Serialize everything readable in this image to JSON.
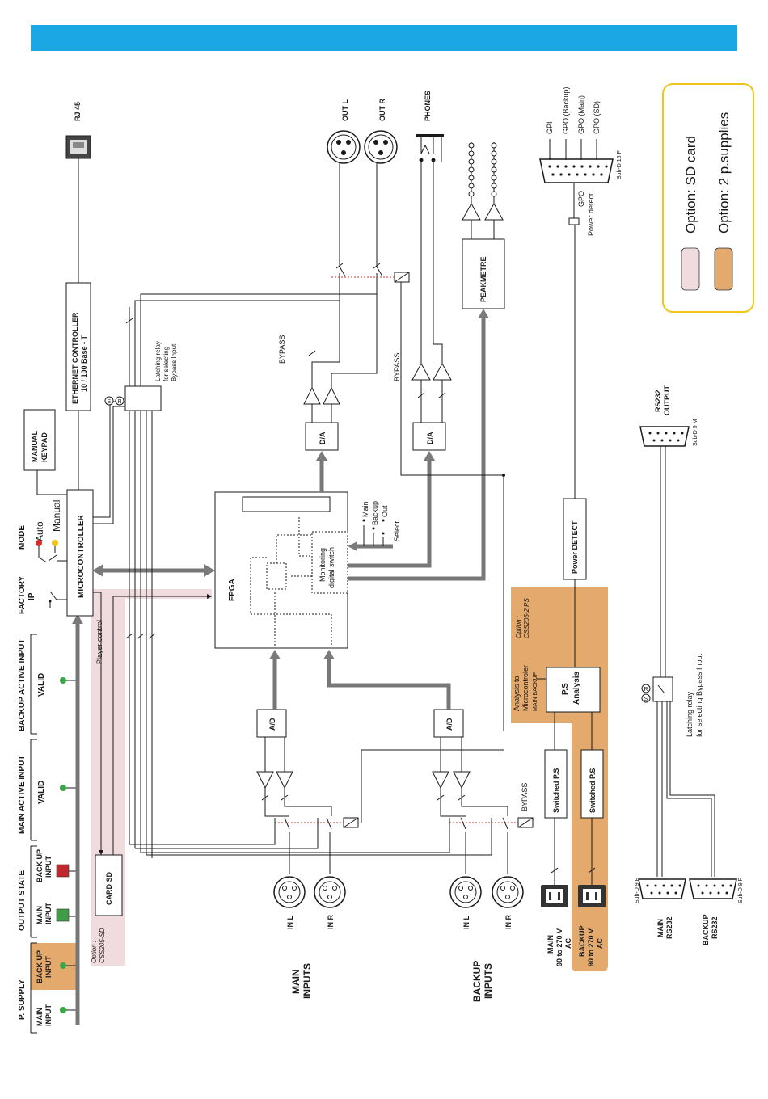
{
  "colors": {
    "header_bar": "#1aa7e3",
    "option_sd": "#f0dcdf",
    "option_ps": "#e3a96d",
    "legend_border": "#f1c61a",
    "led_green": "#3aa64a",
    "led_red": "#d92a2a",
    "led_yellow": "#f0c419",
    "state_red": "#c0282e",
    "state_green": "#3f9e45",
    "bus_gray": "#7a7a7a",
    "option_text": "#6b2fa0"
  },
  "legend": {
    "sd_card": "Option: SD card",
    "two_supplies": "Option: 2 p.supplies"
  },
  "front_panel": {
    "p_supply": "P. SUPPLY",
    "main_input_1": "MAIN",
    "main_input_2": "INPUT",
    "backup_input_1": "BACK UP",
    "backup_input_2": "INPUT",
    "output_state": "OUTPUT STATE",
    "os_main_1": "MAIN",
    "os_main_2": "INPUT",
    "os_backup_1": "BACK UP",
    "os_backup_2": "INPUT",
    "main_active_input": "MAIN ACTIVE INPUT",
    "backup_active_input": "BACKUP ACTIVE INPUT",
    "valid": "VALID",
    "factory_1": "FACTORY",
    "factory_2": "IP",
    "mode": "MODE",
    "auto": "Auto",
    "manual": "Manual"
  },
  "blocks": {
    "microcontroller": "MICROCONTROLLER",
    "manual_keypad_1": "MANUAL",
    "manual_keypad_2": "KEYPAD",
    "ethernet_1": "ETHERNET CONTROLLER",
    "ethernet_2": "10 / 100 Base - T",
    "rj45": "RJ 45",
    "fpga": "FPGA",
    "monitoring_1": "Monitoring",
    "monitoring_2": "digital switch",
    "ad": "A/D",
    "da": "D/A",
    "peakmetre": "PEAKMETRE",
    "power_detect": "Power DETECT",
    "switched_ps": "Switched P.S",
    "ps_analysis_1": "P.S",
    "ps_analysis_2": "Analysis",
    "card_sd": "CARD SD",
    "player_control": "Player control"
  },
  "labels": {
    "out_l": "OUT L",
    "out_r": "OUT R",
    "phones": "PHONES",
    "bypass": "BYPASS",
    "latching_relay_1": "Latching relay",
    "latching_relay_2": "for selecting",
    "latching_relay_3": "Bypass Input",
    "latching_relay_b1": "Latching relay",
    "latching_relay_b2": "for selecting Bypass Input",
    "gpi": "GPI",
    "gpo_backup": "GPO (Backup)",
    "gpo_main": "GPO (Main)",
    "gpo_sd": "GPO (SD)",
    "gpo": "GPO",
    "power_detect_small": "Power detect",
    "subd15": "Sub-D 15 F",
    "rs232_output_1": "RS232",
    "rs232_output_2": "OUTPUT",
    "subd9m": "Sub-D 9 M",
    "subd9f": "Sub-D 9 F",
    "main_rs232_1": "MAIN",
    "main_rs232_2": "RS232",
    "backup_rs232_1": "BACKUP",
    "backup_rs232_2": "RS232",
    "in_l": "IN L",
    "in_r": "IN R",
    "main_inputs_1": "MAIN",
    "main_inputs_2": "INPUTS",
    "backup_inputs_1": "BACKUP",
    "backup_inputs_2": "INPUTS",
    "main_ac_1": "MAIN",
    "main_ac_2": "90 to 270 V",
    "main_ac_3": "AC",
    "backup_ac_1": "BACKUP",
    "backup_ac_2": "90 to 270 V",
    "backup_ac_3": "AC",
    "sel_main": "Main",
    "sel_backup": "Backup",
    "sel_out": "Out",
    "sel_select": "Select",
    "analysis_to_1": "Analysis to",
    "analysis_to_2": "Microcontroler",
    "analysis_main_backup": "MAIN  BACKUP",
    "opt_ps_1": "Option :",
    "opt_ps_2": "CSS205-2 PS",
    "opt_sd_1": "Option :",
    "opt_sd_2": "CSS205-SD",
    "s_mark": "S",
    "r_mark": "R"
  }
}
